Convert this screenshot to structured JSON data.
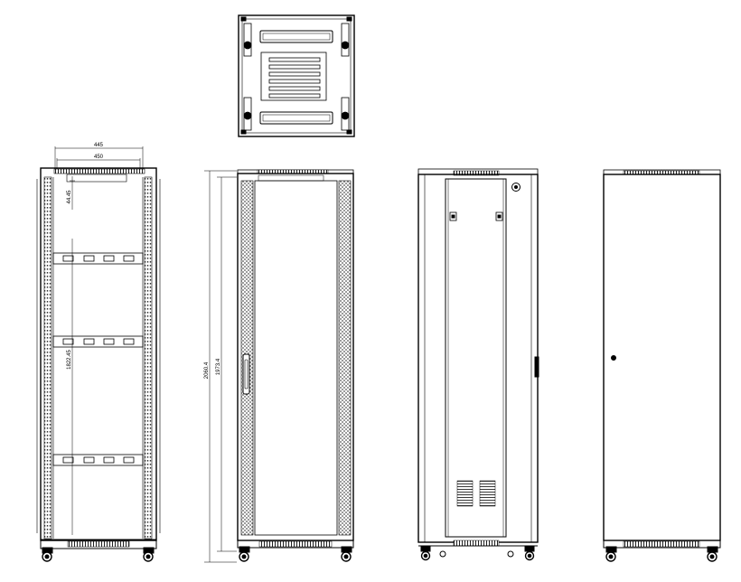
{
  "dimensions": {
    "outer_width": "445",
    "inner_width": "450",
    "rack_pitch": "44.45",
    "rail_height": "1822.45",
    "overall_height": "2060.4",
    "door_height": "1973.4"
  },
  "colors": {
    "line": "#000000",
    "background": "#ffffff"
  },
  "views": [
    {
      "name": "top-view"
    },
    {
      "name": "front-view-door-removed"
    },
    {
      "name": "front-view-mesh-door"
    },
    {
      "name": "rear-view"
    },
    {
      "name": "side-view"
    }
  ]
}
